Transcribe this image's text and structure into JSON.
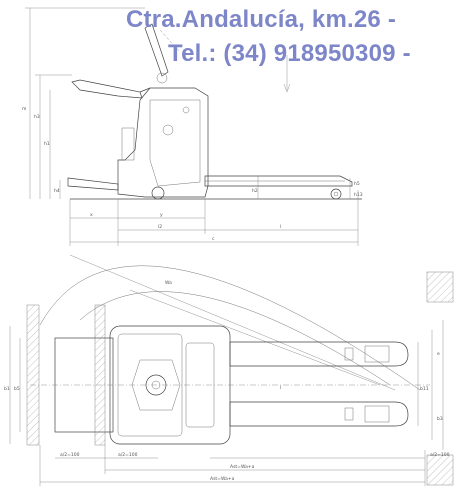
{
  "watermark": {
    "line1": "Ctra.Andalucía, km.26 -",
    "line2": "Tel.: (34) 918950309 -",
    "color": "#7d86c8"
  },
  "side_view": {
    "dim_labels": [
      "m",
      "h3",
      "h1",
      "h4",
      "h2",
      "h5",
      "h13",
      "x",
      "y",
      "l2",
      "l",
      "c"
    ]
  },
  "top_view": {
    "dim_labels": [
      "Wa",
      "b1",
      "b5",
      "b11",
      "l",
      "b3",
      "e",
      "a/2=100",
      "a/2=100",
      "Ast=Wa+a",
      "Ast=Wa+a",
      "a/2=100"
    ]
  }
}
